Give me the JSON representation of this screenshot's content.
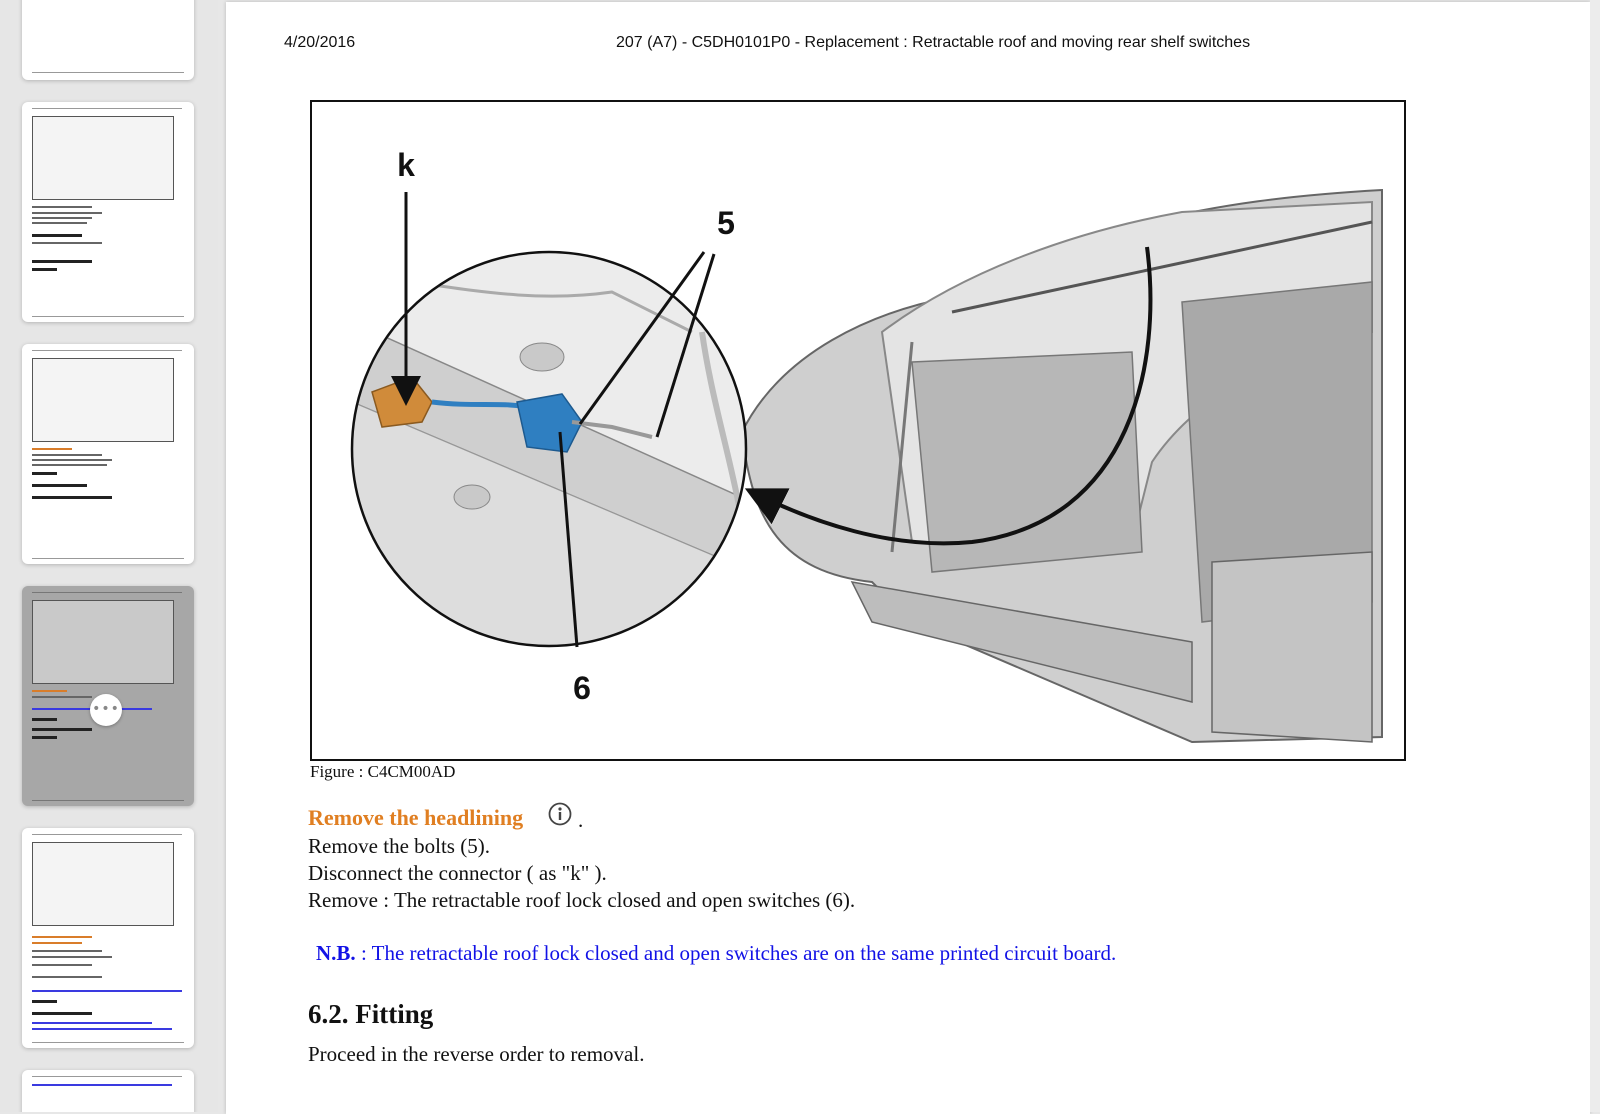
{
  "header": {
    "date": "4/20/2016",
    "title": "207 (A7) - C5DH0101P0 - Replacement : Retractable roof and moving rear shelf switches"
  },
  "figure": {
    "caption": "Figure : C4CM00AD",
    "labels": {
      "k": "k",
      "five": "5",
      "six": "6"
    }
  },
  "content": {
    "remove_headlining": "Remove the headlining",
    "dot": ".",
    "steps": [
      "Remove the bolts (5).",
      "Disconnect the connector ( as \"k\" ).",
      "Remove : The retractable roof lock closed and open switches (6)."
    ],
    "nb_label": "N.B.",
    "nb_text": " : The retractable roof lock closed and open switches are on the same printed circuit board.",
    "section_heading": "6.2. Fitting",
    "section_text": "Proceed in the reverse order to removal."
  },
  "sidebar": {
    "selected_index": 3,
    "more_button_label": "•••"
  },
  "colors": {
    "orange_link": "#e07f22",
    "nb_blue": "#1212e6",
    "connector_orange": "#d08b3a",
    "switch_blue": "#2f7fc1"
  }
}
